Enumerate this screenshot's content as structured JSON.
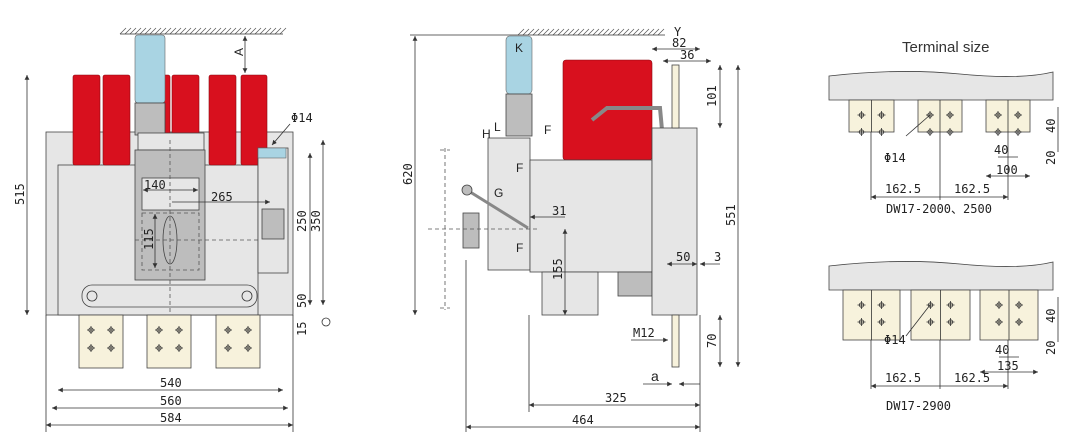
{
  "front_view": {
    "label_A": "A",
    "dims": {
      "d515": "515",
      "d140": "140",
      "d265": "265",
      "d115": "115",
      "d250": "250",
      "d350": "350",
      "d50": "50",
      "d15": "15",
      "d540": "540",
      "d560": "560",
      "d584": "584",
      "phi14": "Φ14"
    }
  },
  "side_view": {
    "letters": {
      "K": "K",
      "L": "L",
      "H": "H",
      "F1": "F",
      "F2": "F",
      "F3": "F",
      "G": "G"
    },
    "dims": {
      "d620": "620",
      "Y": "Y",
      "d82": "82",
      "d36": "36",
      "d101": "101",
      "d551": "551",
      "d31": "31",
      "d155": "155",
      "d50": "50",
      "d3": "3",
      "M12": "M12",
      "d70": "70",
      "a": "a",
      "d325": "325",
      "d464": "464"
    }
  },
  "terminal_size": {
    "title": "Terminal size",
    "models": [
      {
        "name": "DW17-2000、2500",
        "phi": "Φ14",
        "pitch1": "162.5",
        "pitch2": "162.5",
        "hole_spacing": "40",
        "width": "100",
        "vert_spacing": "40",
        "edge": "20"
      },
      {
        "name": "DW17-2900",
        "phi": "Φ14",
        "pitch1": "162.5",
        "pitch2": "162.5",
        "hole_spacing": "40",
        "width": "135",
        "vert_spacing": "40",
        "edge": "20"
      }
    ]
  },
  "colors": {
    "pole_red": "#d8101e",
    "handle_blue": "#a9d4e3",
    "terminal_cream": "#f7f2dc",
    "body_gray": "#e6e6e6"
  }
}
